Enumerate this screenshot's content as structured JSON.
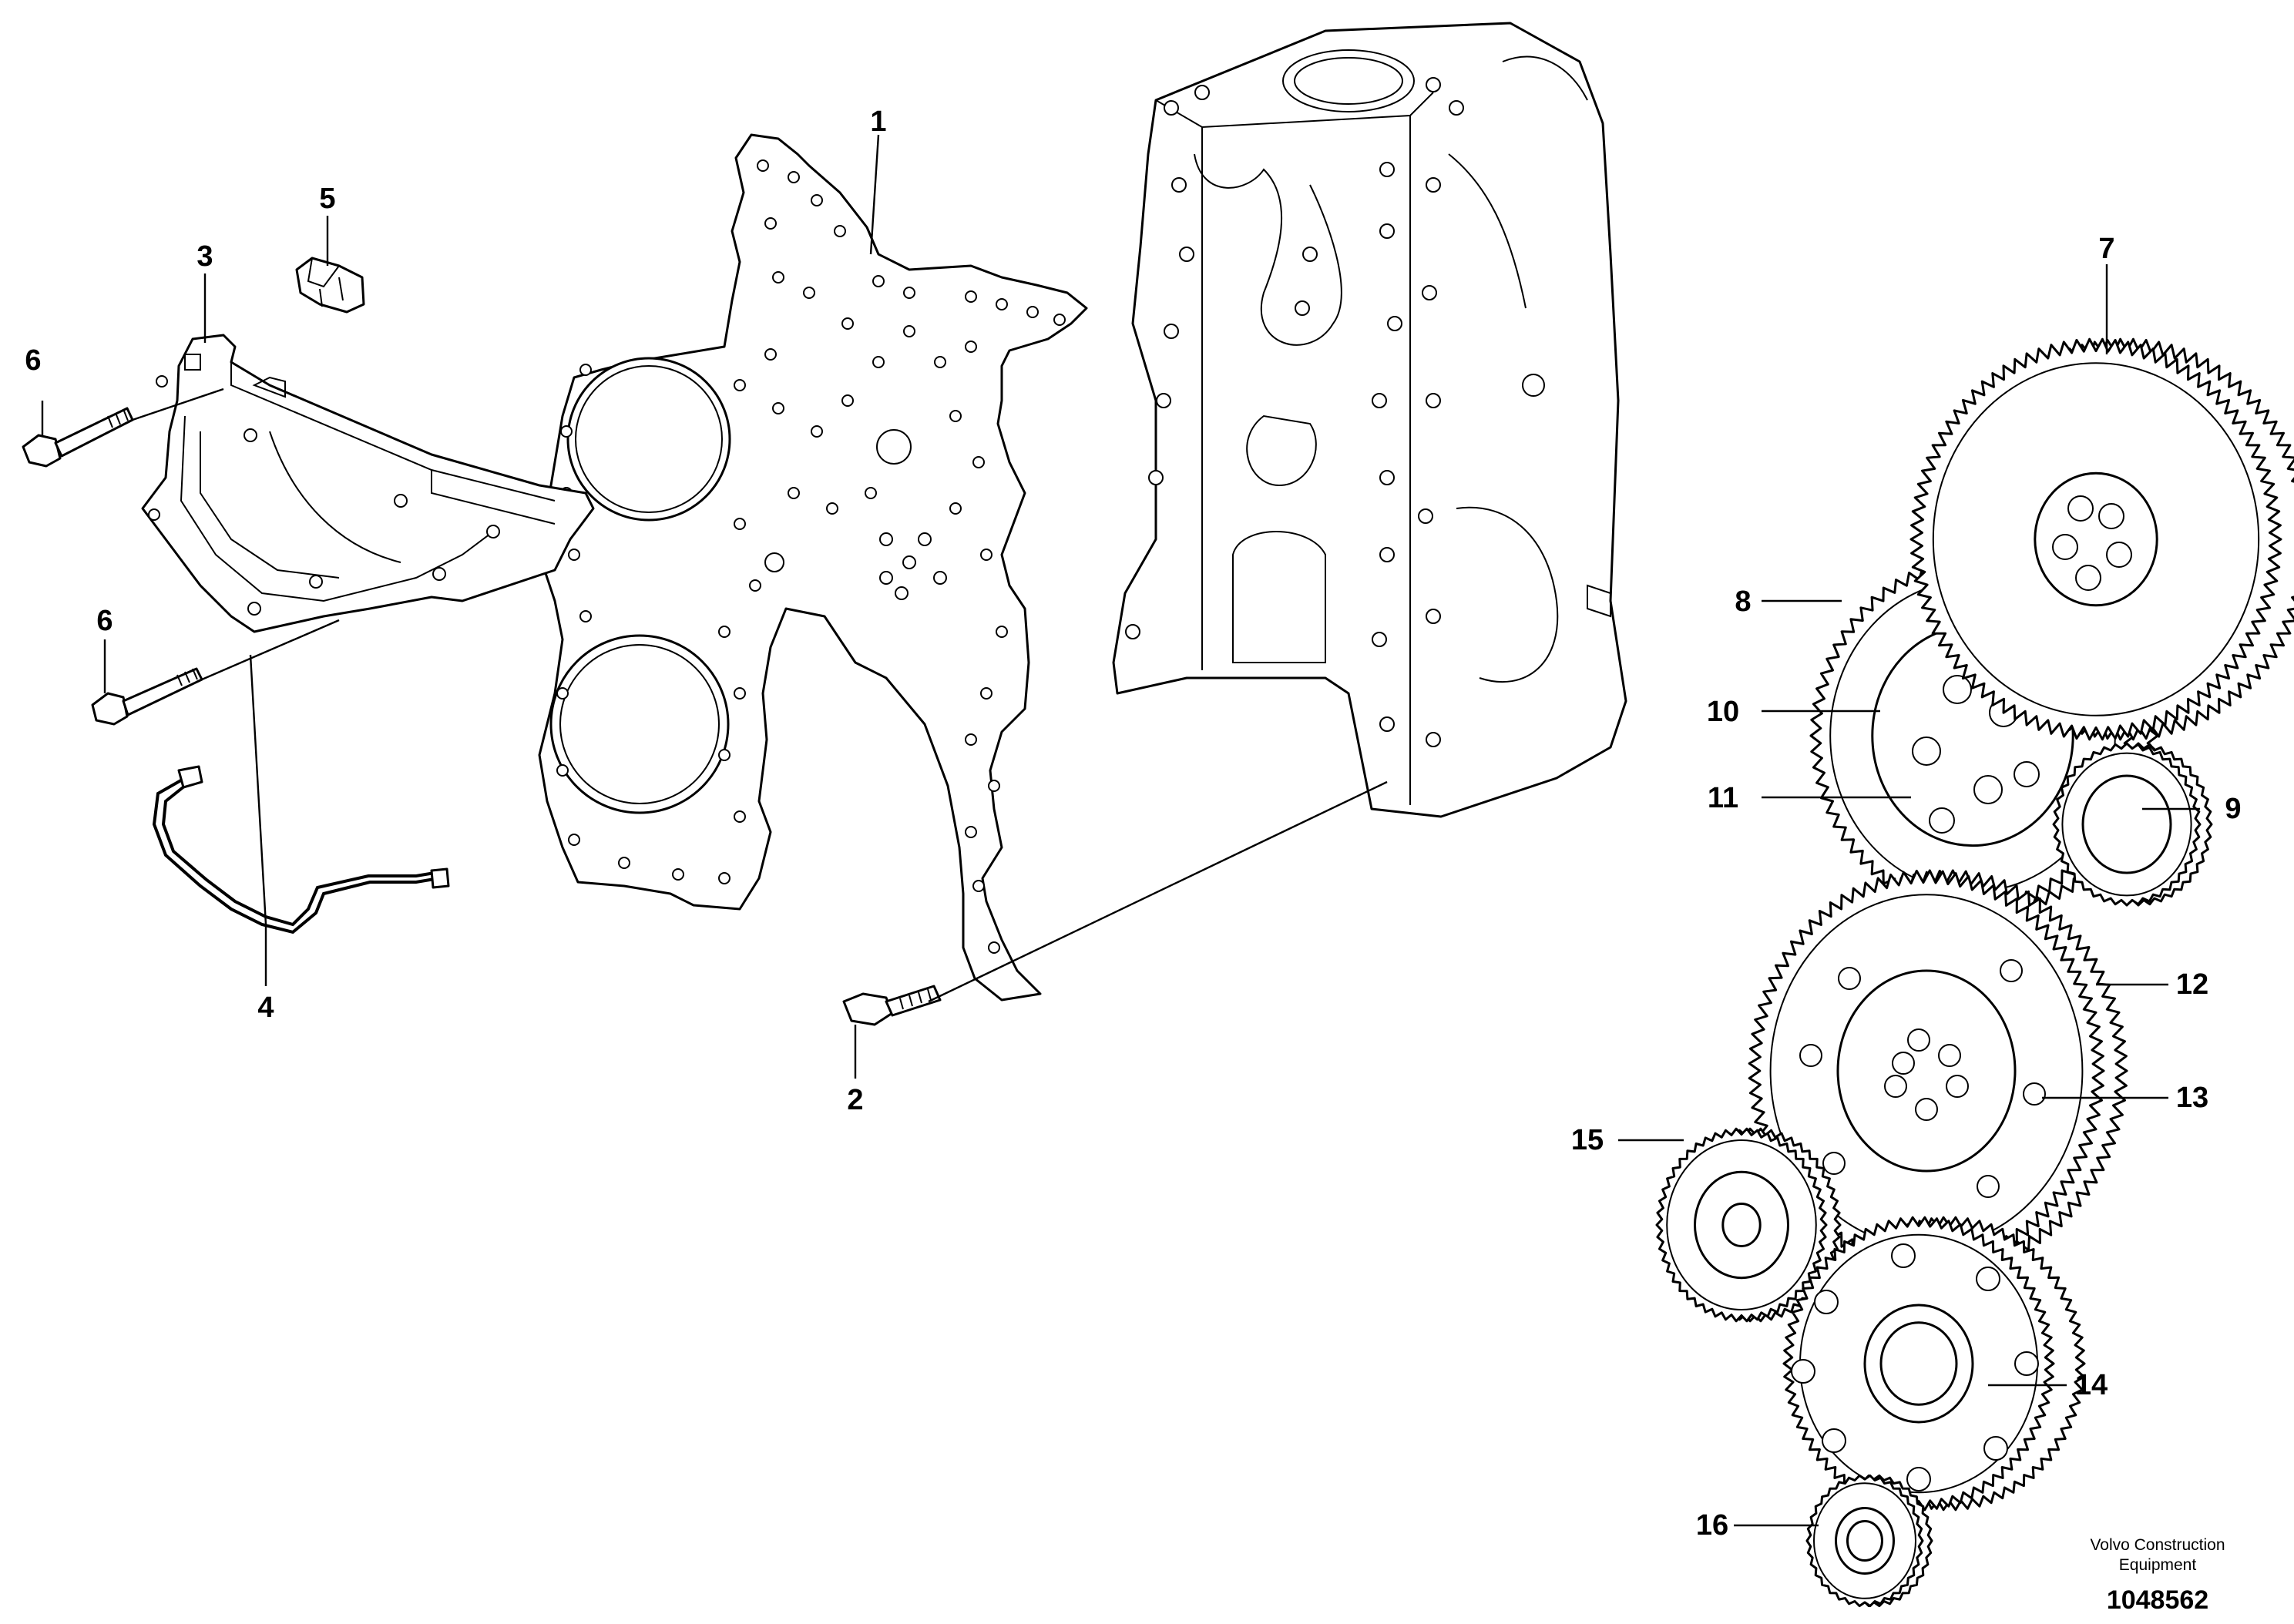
{
  "callouts": [
    "1",
    "2",
    "3",
    "4",
    "5",
    "6",
    "6",
    "7",
    "8",
    "9",
    "10",
    "11",
    "12",
    "13",
    "14",
    "15",
    "16"
  ],
  "footer": {
    "brand_line1": "Volvo Construction",
    "brand_line2": "Equipment",
    "document_number": "1048562"
  }
}
